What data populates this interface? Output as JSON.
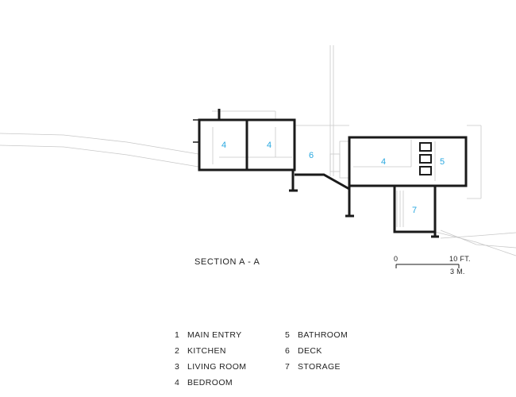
{
  "diagram": {
    "title": "SECTION A - A",
    "room_tags": {
      "bedroom_a": "4",
      "bedroom_b": "4",
      "deck": "6",
      "bedroom_c": "4",
      "bathroom": "5",
      "storage": "7"
    },
    "scale_bar": {
      "start": "0",
      "feet_label": "10 FT.",
      "meters_label": "3 M."
    },
    "legend": [
      {
        "num": "1",
        "label": "MAIN ENTRY"
      },
      {
        "num": "2",
        "label": "KITCHEN"
      },
      {
        "num": "3",
        "label": "LIVING ROOM"
      },
      {
        "num": "4",
        "label": "BEDROOM"
      },
      {
        "num": "5",
        "label": "BATHROOM"
      },
      {
        "num": "6",
        "label": "DECK"
      },
      {
        "num": "7",
        "label": "STORAGE"
      }
    ],
    "colors": {
      "wall": "#1a1a1a",
      "thin_line": "#bdbdbd",
      "label": "#29a8e0"
    }
  }
}
